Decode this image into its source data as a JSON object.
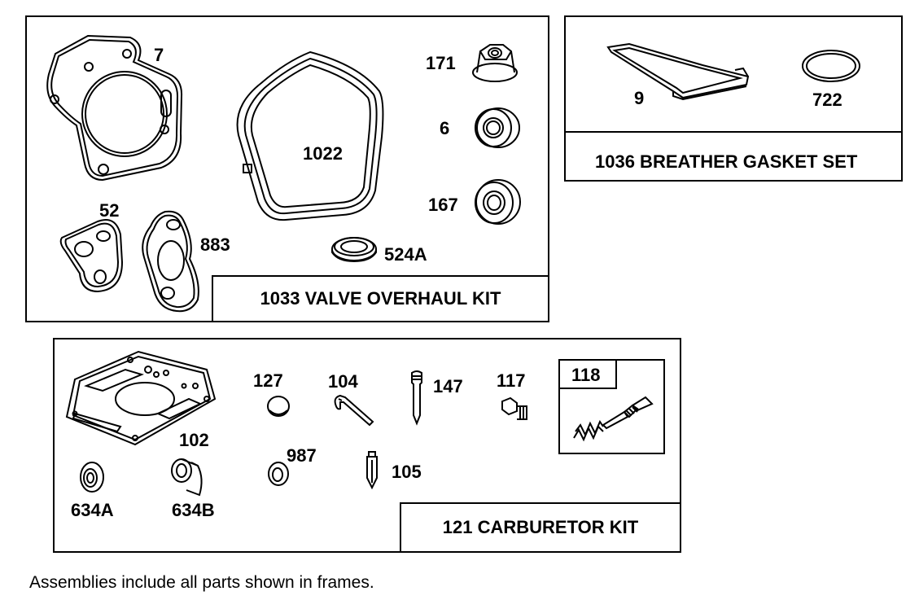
{
  "kits": {
    "valve_overhaul": {
      "title": "1033 VALVE OVERHAUL KIT",
      "parts": {
        "p7": "7",
        "p1022": "1022",
        "p171": "171",
        "p6": "6",
        "p167": "167",
        "p52": "52",
        "p883": "883",
        "p524a": "524A"
      }
    },
    "breather": {
      "title": "1036 BREATHER GASKET SET",
      "parts": {
        "p9": "9",
        "p722": "722"
      }
    },
    "carburetor": {
      "title": "121 CARBURETOR KIT",
      "parts": {
        "p102": "102",
        "p127": "127",
        "p104": "104",
        "p147": "147",
        "p117": "117",
        "p118": "118",
        "p987": "987",
        "p105": "105",
        "p634a": "634A",
        "p634b": "634B"
      }
    }
  },
  "footnote": "Assemblies include all parts shown in frames."
}
